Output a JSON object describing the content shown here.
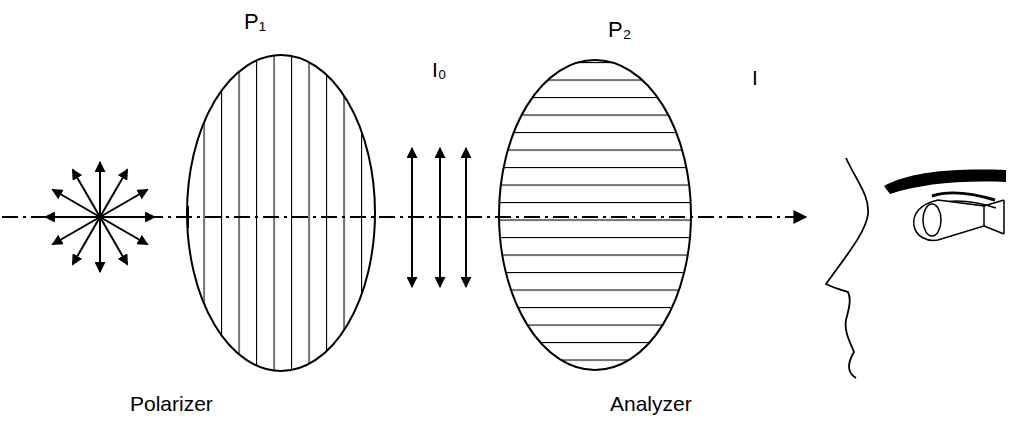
{
  "diagram": {
    "labels": [
      "P₁",
      "I₀",
      "P₂",
      "I",
      "Polarizer",
      "Analyzer"
    ]
  }
}
